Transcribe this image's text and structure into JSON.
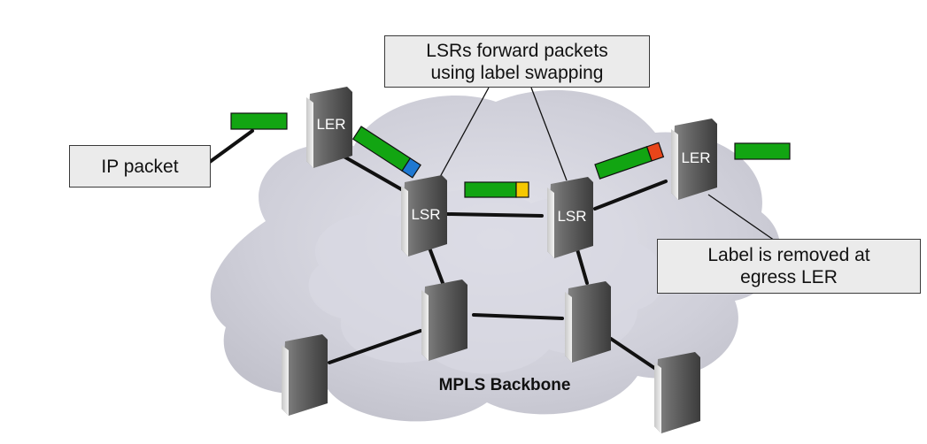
{
  "callouts": {
    "lsr_forward_line1": "LSRs forward packets",
    "lsr_forward_line2": "using label swapping",
    "ip_packet": "IP packet",
    "label_removed_line1": "Label is removed at",
    "label_removed_line2": "egress LER"
  },
  "nodes": {
    "ler_ingress": "LER",
    "ler_egress": "LER",
    "lsr_left": "LSR",
    "lsr_right": "LSR"
  },
  "cloud_label": "MPLS Backbone",
  "colors": {
    "packet": "#12a512",
    "label_blue": "#1e78d2",
    "label_yellow": "#f5c800",
    "label_red": "#e8451a",
    "router_body": "#5a5a5a",
    "callout_fill": "#ebebeb"
  }
}
